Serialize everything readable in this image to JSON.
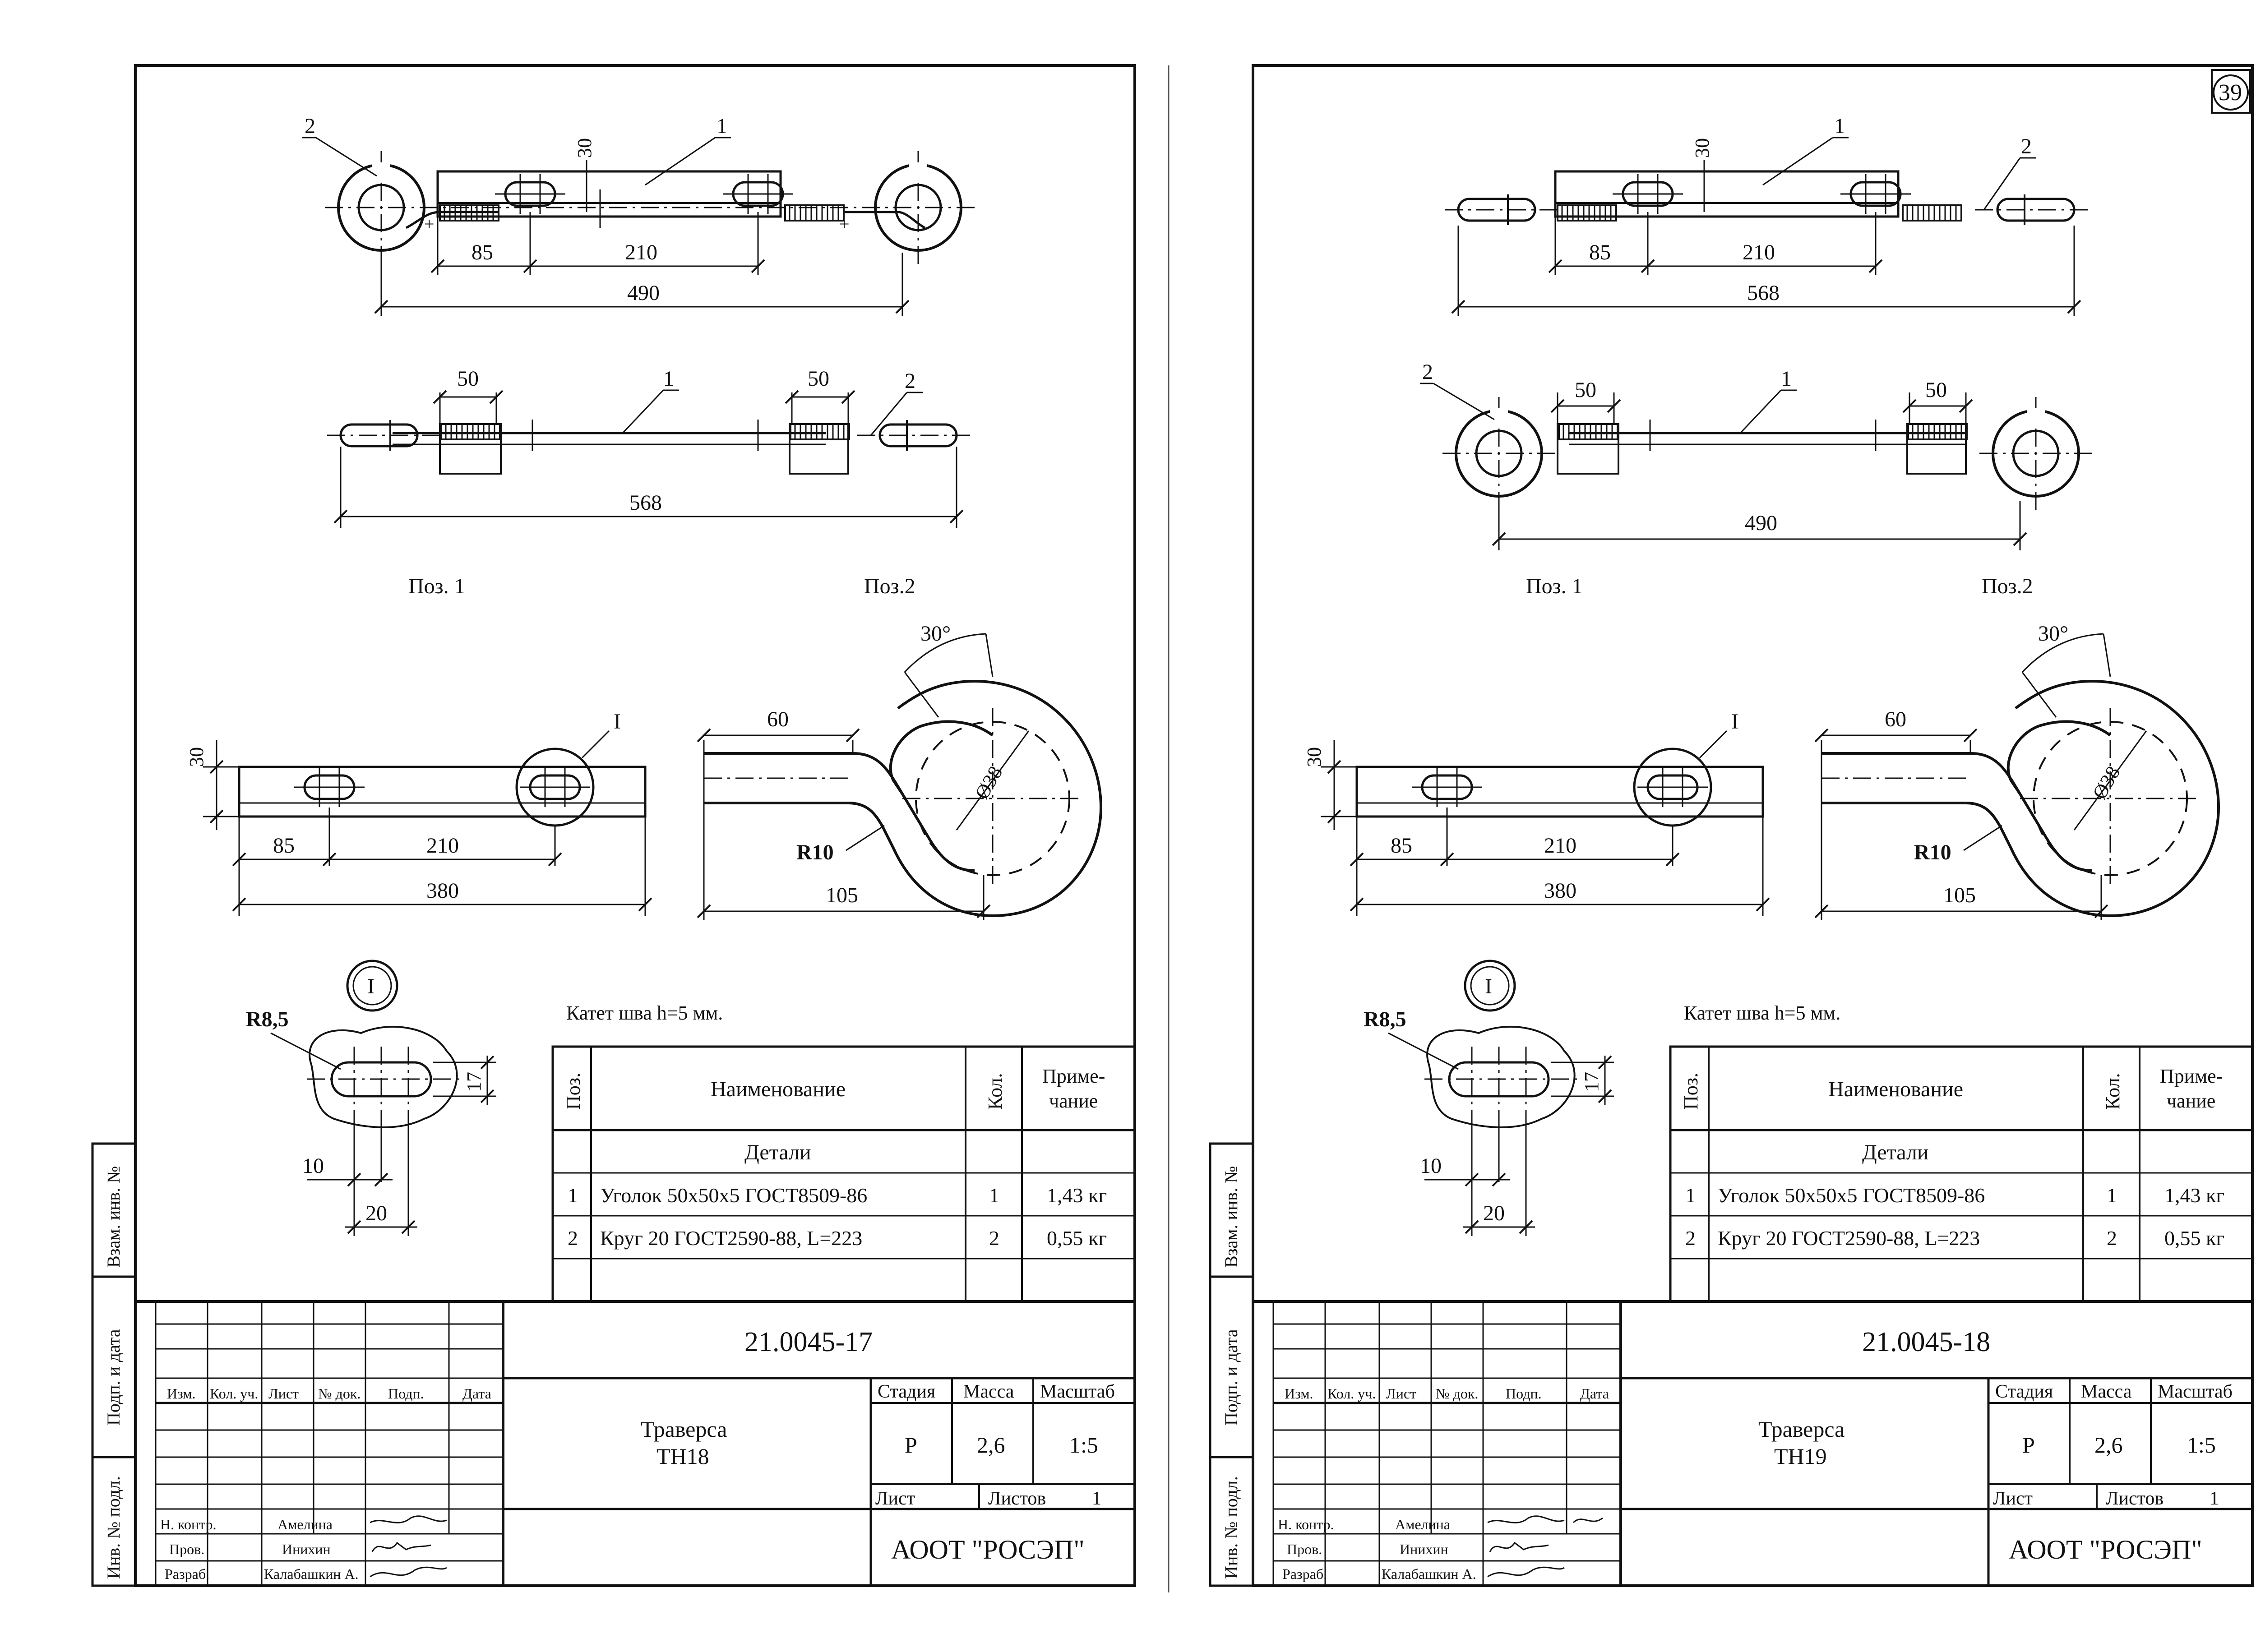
{
  "page_number": "39",
  "sheets": [
    {
      "top": {
        "width": "490",
        "left": "85",
        "middle": "210",
        "height": "30",
        "callouts": [
          "2",
          "1"
        ]
      },
      "plan": {
        "width": "568",
        "left": "50",
        "right": "50",
        "callouts": [
          "1",
          "2"
        ]
      },
      "pos1": {
        "label": "Поз. 1",
        "height": "30",
        "left": "85",
        "middle": "210",
        "total": "380",
        "detail": "I"
      },
      "pos2": {
        "label": "Поз.2",
        "angle": "30°",
        "straight": "60",
        "dia": "Ø38",
        "radius": "R10",
        "total": "105"
      },
      "detail": {
        "marker": "I",
        "radius": "R8,5",
        "height": "17",
        "w1": "10",
        "w2": "20"
      },
      "note": "Катет шва h=5 мм.",
      "spec": {
        "col_pos": "Поз.",
        "col_name": "Наименование",
        "col_qty": "Кол.",
        "col_note_1": "Приме-",
        "col_note_2": "чание",
        "section": "Детали",
        "rows": [
          {
            "pos": "1",
            "name": "Уголок 50х50х5 ГОСТ8509-86",
            "qty": "1",
            "note": "1,43 кг"
          },
          {
            "pos": "2",
            "name": "Круг 20 ГОСТ2590-88, L=223",
            "qty": "2",
            "note": "0,55 кг"
          }
        ]
      },
      "title_block": {
        "designation": "21.0045-17",
        "name_1": "Траверса",
        "name_2": "ТН18",
        "stage_label": "Стадия",
        "mass_label": "Масса",
        "scale_label": "Масштаб",
        "stage": "Р",
        "mass": "2,6",
        "scale": "1:5",
        "sheet_label": "Лист",
        "sheets_label": "Листов",
        "sheets": "1",
        "org": "АООТ \"РОСЭП\"",
        "col_headers": [
          "Изм.",
          "Кол. уч.",
          "Лист",
          "№ док.",
          "Подп.",
          "Дата"
        ],
        "roles": [
          {
            "role": "Н. контр.",
            "person": "Амелина"
          },
          {
            "role": "Пров.",
            "person": "Инихин"
          },
          {
            "role": "Разраб.",
            "person": "Калабашкин А."
          }
        ]
      },
      "side_labels": [
        "Взам. инв. №",
        "Подп. и дата",
        "Инв. № подл."
      ]
    },
    {
      "top": {
        "width": "568",
        "left": "85",
        "middle": "210",
        "height": "30",
        "callouts": [
          "1",
          "2"
        ]
      },
      "plan": {
        "width": "490",
        "left": "50",
        "right": "50",
        "callouts": [
          "2",
          "1"
        ]
      },
      "pos1": {
        "label": "Поз. 1",
        "height": "30",
        "left": "85",
        "middle": "210",
        "total": "380",
        "detail": "I"
      },
      "pos2": {
        "label": "Поз.2",
        "angle": "30°",
        "straight": "60",
        "dia": "Ø38",
        "radius": "R10",
        "total": "105"
      },
      "detail": {
        "marker": "I",
        "radius": "R8,5",
        "height": "17",
        "w1": "10",
        "w2": "20"
      },
      "note": "Катет шва h=5 мм.",
      "spec": {
        "col_pos": "Поз.",
        "col_name": "Наименование",
        "col_qty": "Кол.",
        "col_note_1": "Приме-",
        "col_note_2": "чание",
        "section": "Детали",
        "rows": [
          {
            "pos": "1",
            "name": "Уголок 50х50х5 ГОСТ8509-86",
            "qty": "1",
            "note": "1,43 кг"
          },
          {
            "pos": "2",
            "name": "Круг 20 ГОСТ2590-88, L=223",
            "qty": "2",
            "note": "0,55 кг"
          }
        ]
      },
      "title_block": {
        "designation": "21.0045-18",
        "name_1": "Траверса",
        "name_2": "ТН19",
        "stage_label": "Стадия",
        "mass_label": "Масса",
        "scale_label": "Масштаб",
        "stage": "Р",
        "mass": "2,6",
        "scale": "1:5",
        "sheet_label": "Лист",
        "sheets_label": "Листов",
        "sheets": "1",
        "org": "АООТ \"РОСЭП\"",
        "col_headers": [
          "Изм.",
          "Кол. уч.",
          "Лист",
          "№ док.",
          "Подп.",
          "Дата"
        ],
        "roles": [
          {
            "role": "Н. контр.",
            "person": "Амелина"
          },
          {
            "role": "Пров.",
            "person": "Инихин"
          },
          {
            "role": "Разраб.",
            "person": "Калабашкин А."
          }
        ]
      },
      "side_labels": [
        "Взам. инв. №",
        "Подп. и дата",
        "Инв. № подл."
      ]
    }
  ]
}
